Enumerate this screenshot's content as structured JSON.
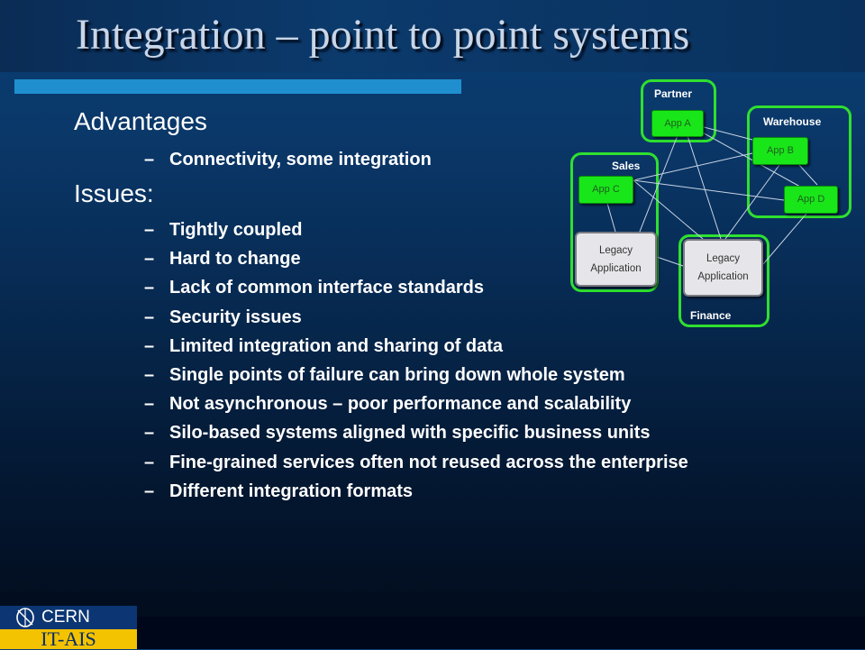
{
  "slide": {
    "title": "Integration – point to point systems",
    "advantages_heading": "Advantages",
    "advantages": [
      "Connectivity, some integration"
    ],
    "issues_heading": "Issues:",
    "issues": [
      "Tightly coupled",
      "Hard to change",
      "Lack of common interface standards",
      "Security issues",
      "Limited integration and sharing of data",
      "Single points of failure can bring down whole system",
      "Not asynchronous – poor performance and scalability",
      "Silo-based systems aligned with specific business units",
      "Fine-grained services often not reused across the enterprise",
      "Different integration formats"
    ],
    "bullet_marker": "–"
  },
  "diagram": {
    "groups": {
      "partner": "Partner",
      "warehouse": "Warehouse",
      "sales": "Sales",
      "finance": "Finance"
    },
    "apps": {
      "app_a": "App A",
      "app_b": "App B",
      "app_c": "App C",
      "app_d": "App D"
    },
    "legacy_sales": {
      "line1": "Legacy",
      "line2": "Application"
    },
    "legacy_finance": {
      "line1": "Legacy",
      "line2": "Application"
    }
  },
  "footer": {
    "logo_top": "CERN",
    "logo_bottom": "IT-AIS"
  },
  "colors": {
    "group_border": "#2fe02f",
    "app_fill": "#19e619",
    "title_rule": "#1f8fd0",
    "logo_blue": "#0b3673",
    "logo_yellow": "#f3c200"
  }
}
